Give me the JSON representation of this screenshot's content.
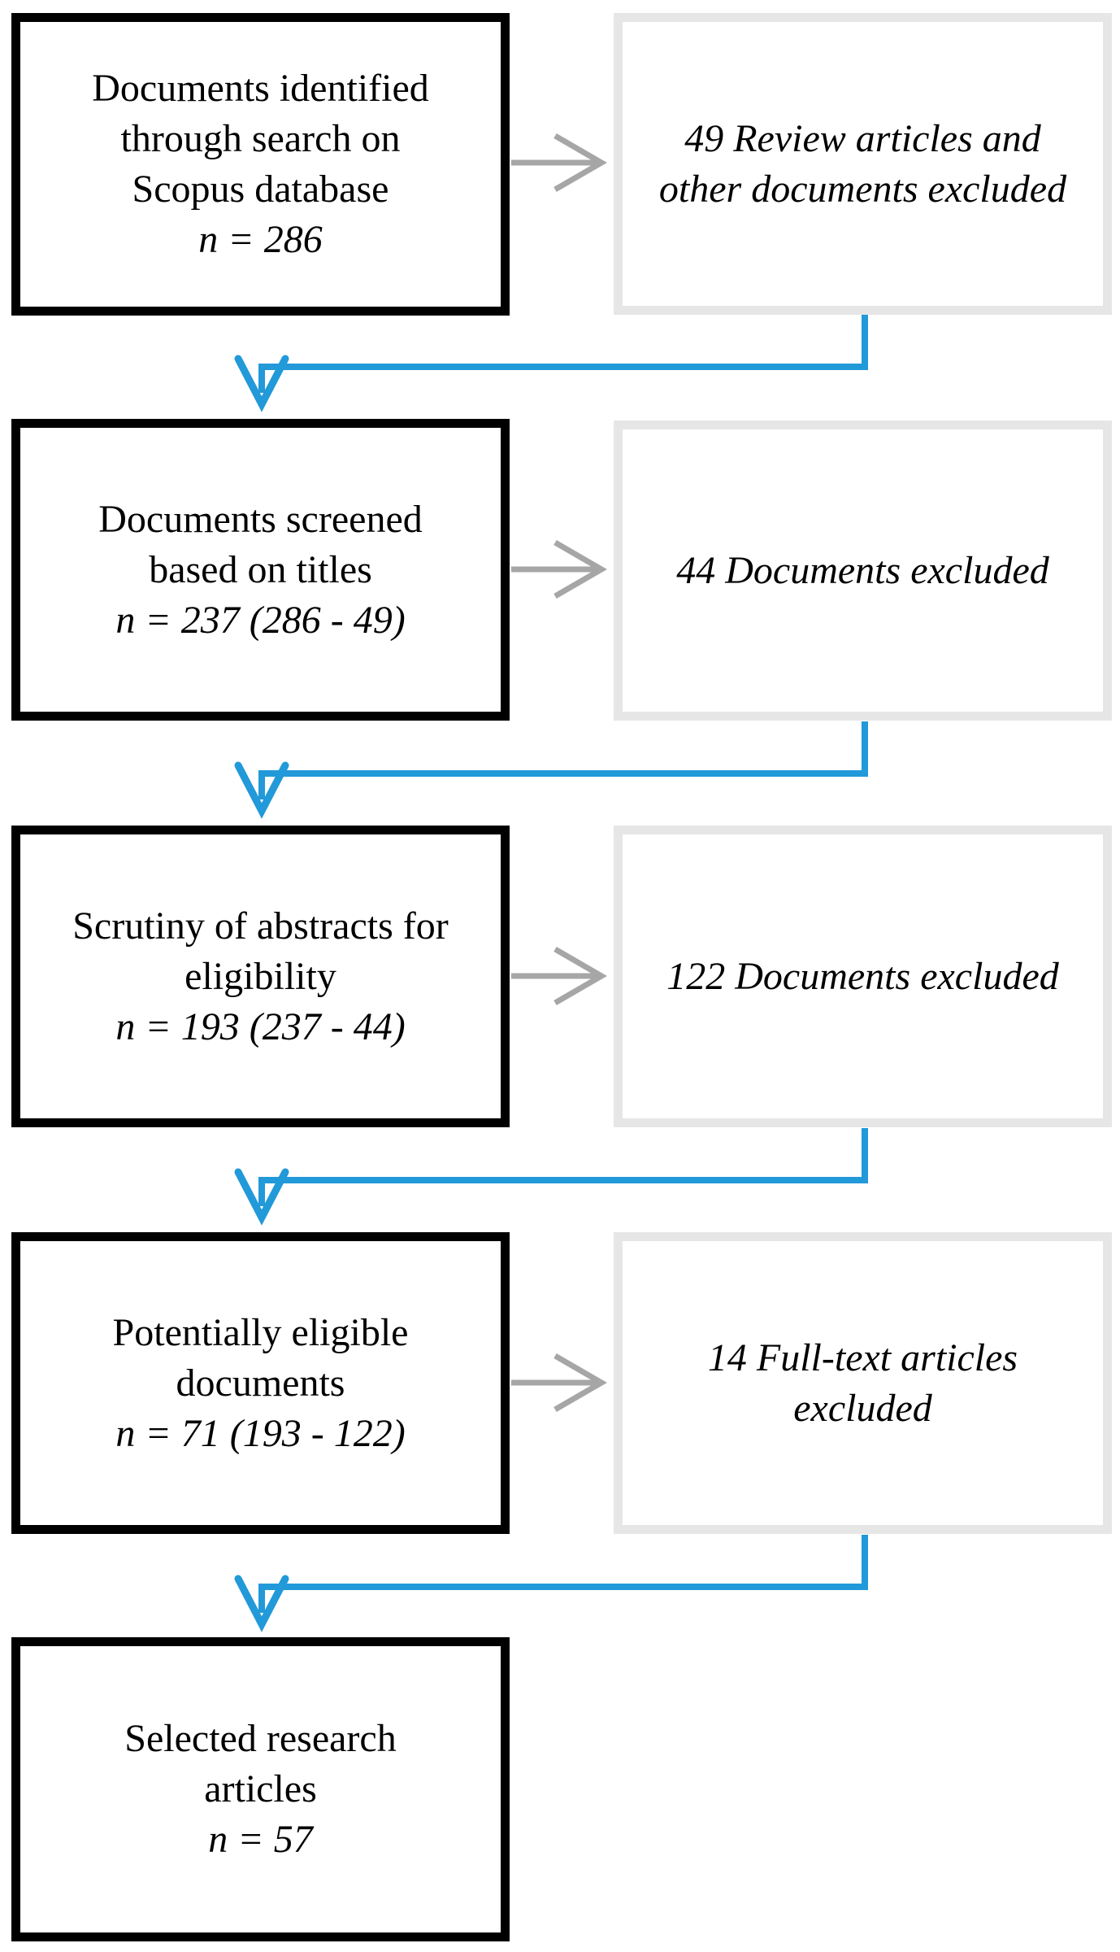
{
  "figure": {
    "type": "prisma-style-flow-diagram",
    "colors": {
      "step_box_border": "#000000",
      "exclusion_box_border": "#e6e6e6",
      "connector_blue": "#2299d8",
      "exclusion_arrow_gray": "#a6a6a6",
      "text": "#000000",
      "background": "#ffffff"
    },
    "steps": [
      {
        "lines": [
          "Documents identified",
          "through search on",
          "Scopus database"
        ],
        "count_line": "n = 286"
      },
      {
        "lines": [
          "Documents screened",
          "based on titles"
        ],
        "count_line": "n = 237 (286 - 49)"
      },
      {
        "lines": [
          "Scrutiny of abstracts for",
          "eligibility"
        ],
        "count_line": "n = 193 (237 - 44)"
      },
      {
        "lines": [
          "Potentially eligible",
          "documents"
        ],
        "count_line": "n = 71 (193 - 122)"
      },
      {
        "lines": [
          "Selected research",
          "articles"
        ],
        "count_line": "n = 57"
      }
    ],
    "exclusions": [
      {
        "lines": [
          "49 Review articles and",
          "other documents excluded"
        ]
      },
      {
        "lines": [
          "44 Documents excluded"
        ]
      },
      {
        "lines": [
          "122 Documents excluded"
        ]
      },
      {
        "lines": [
          "14 Full-text articles",
          "excluded"
        ]
      }
    ]
  }
}
